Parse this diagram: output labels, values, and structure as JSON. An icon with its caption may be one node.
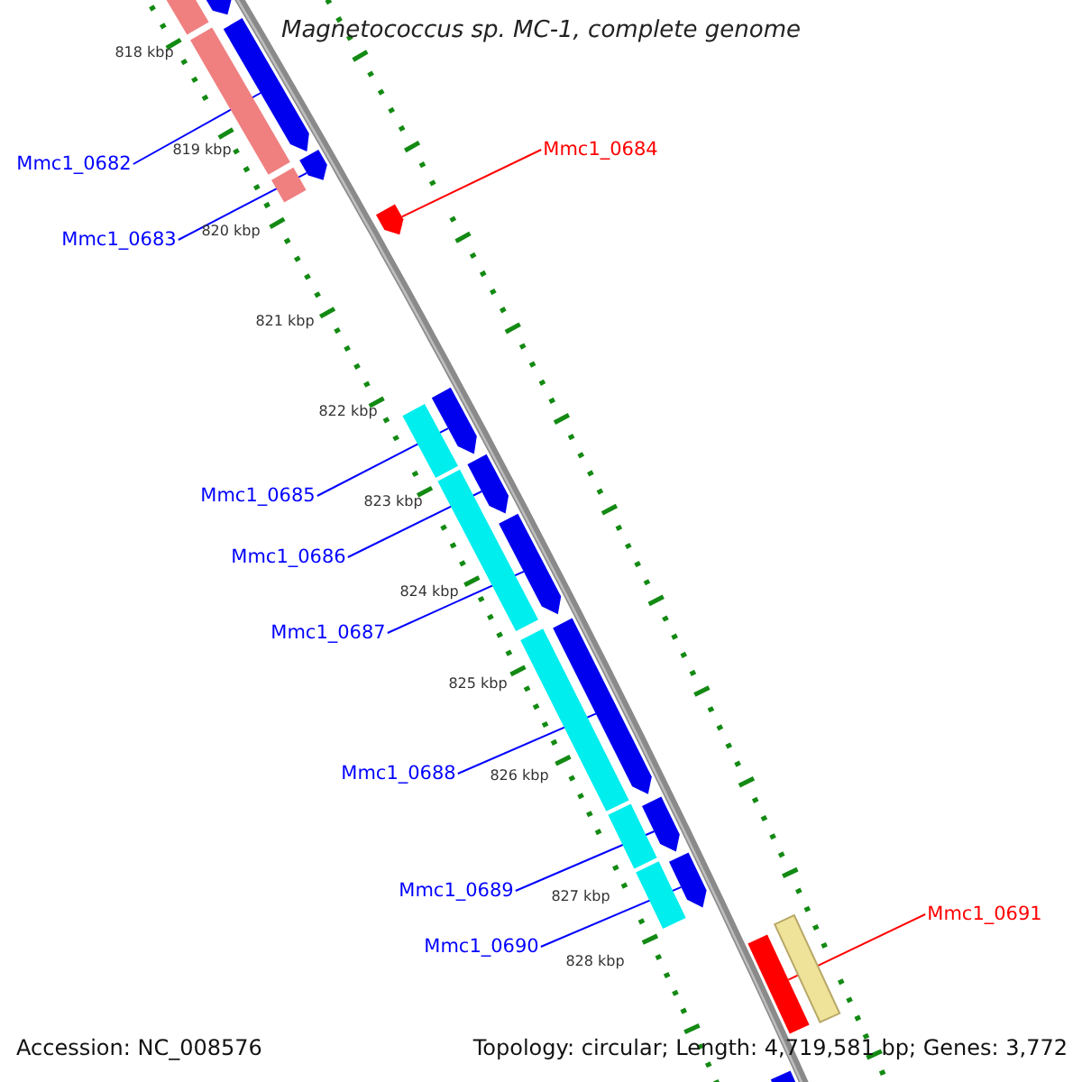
{
  "diagram": {
    "title": "Magnetococcus sp. MC-1, complete genome",
    "nodes": [
      {
        "text": [
          "Mmc1_0682"
        ]
      },
      {
        "text": [
          "Mmc1_0683"
        ]
      },
      {
        "text": [
          "Mmc1_0684"
        ]
      },
      {
        "text": [
          "Mmc1_0685"
        ]
      },
      {
        "text": [
          "Mmc1_0686"
        ]
      },
      {
        "text": [
          "Mmc1_0687"
        ]
      },
      {
        "text": [
          "Mmc1_0688"
        ]
      },
      {
        "text": [
          "Mmc1_0689"
        ]
      },
      {
        "text": [
          "Mmc1_0690"
        ]
      },
      {
        "text": [
          "Mmc1_0691"
        ]
      },
      {
        "text": [],
        "shape": "arrow"
      },
      {
        "text": [],
        "shape": "arrow"
      },
      {
        "text": [],
        "shape": "arrow"
      },
      {
        "text": [],
        "shape": "arrow"
      },
      {
        "text": [],
        "shape": "arrow"
      },
      {
        "text": [],
        "shape": "arrow"
      },
      {
        "text": [],
        "shape": "arrow"
      },
      {
        "text": [],
        "shape": "arrow"
      },
      {
        "text": [],
        "shape": "arrow"
      },
      {
        "text": [],
        "shape": "bar"
      },
      {
        "text": [],
        "shape": "arrow"
      },
      {
        "text": [],
        "shape": "bar"
      },
      {
        "text": [],
        "shape": "bar"
      },
      {
        "text": [],
        "shape": "bar"
      },
      {
        "text": [],
        "shape": "bar"
      },
      {
        "text": [],
        "shape": "bar"
      },
      {
        "text": [],
        "shape": "bar"
      },
      {
        "text": [],
        "shape": "bar"
      },
      {
        "text": [],
        "shape": "bar"
      },
      {
        "text": [],
        "shape": "bar"
      },
      {
        "text": [],
        "shape": "arrow"
      }
    ],
    "edges": [
      {
        "from": 0,
        "to": 10,
        "arrow": "none"
      },
      {
        "from": 1,
        "to": 11,
        "arrow": "none"
      },
      {
        "from": 2,
        "to": 12,
        "arrow": "none",
        "color": "#ff0000"
      },
      {
        "from": 3,
        "to": 13,
        "arrow": "none"
      },
      {
        "from": 4,
        "to": 14,
        "arrow": "none"
      },
      {
        "from": 5,
        "to": 15,
        "arrow": "none"
      },
      {
        "from": 6,
        "to": 16,
        "arrow": "none"
      },
      {
        "from": 7,
        "to": 17,
        "arrow": "none"
      },
      {
        "from": 8,
        "to": 18,
        "arrow": "none"
      },
      {
        "from": 9,
        "to": 19,
        "arrow": "none",
        "color": "#ff0000"
      }
    ],
    "labels": [
      "818 kbp",
      "819 kbp",
      "820 kbp",
      "821 kbp",
      "822 kbp",
      "823 kbp",
      "824 kbp",
      "825 kbp",
      "826 kbp",
      "827 kbp",
      "828 kbp",
      "Accession: NC_008576",
      "Topology: circular; Length: 4,719,581 bp; Genes: 3,772"
    ]
  }
}
